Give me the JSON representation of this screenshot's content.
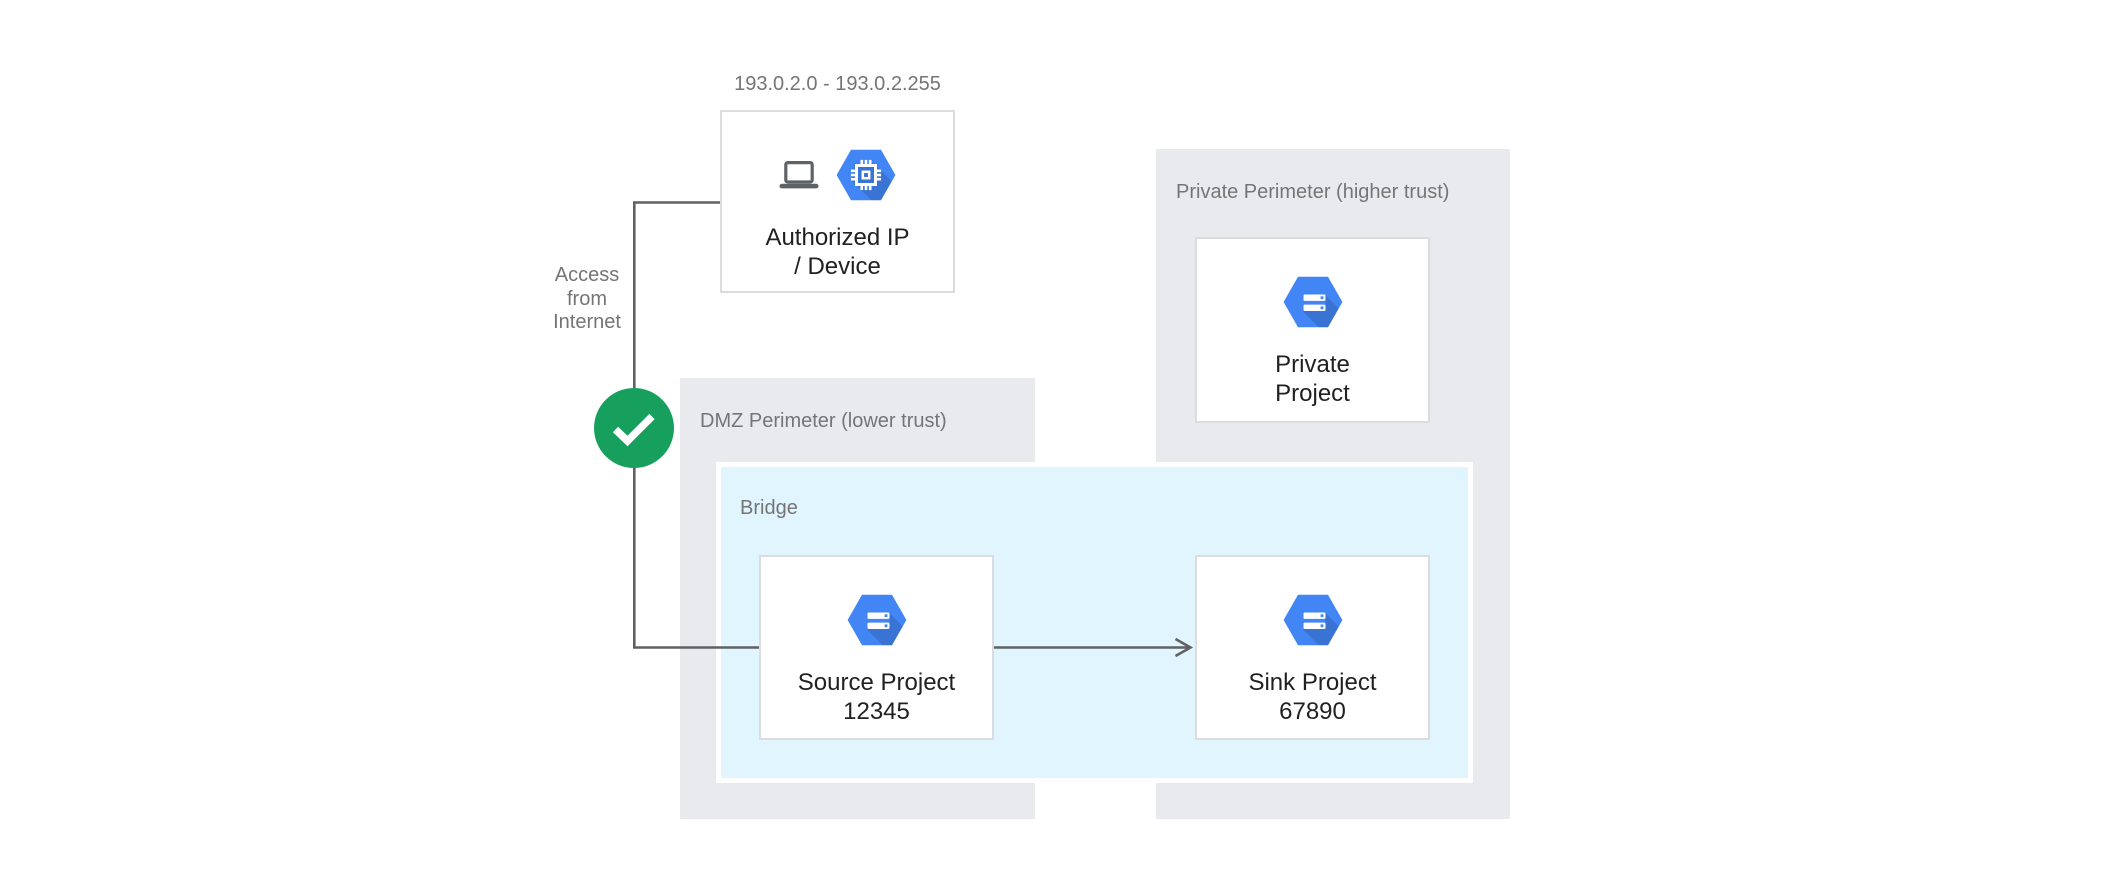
{
  "colors": {
    "accent_blue": "#4285f4",
    "success_green": "#17a05d",
    "perimeter_gray": "#e8eaed",
    "bridge_blue": "#e1f5fe",
    "node_border": "#dadce0",
    "line_gray": "#616161",
    "text_dark": "#212121",
    "text_gray": "#757575",
    "device_gray": "#5f6368"
  },
  "labels": {
    "ip_range": "193.0.2.0 - 193.0.2.255",
    "access": "Access\nfrom\nInternet"
  },
  "perimeters": {
    "dmz": {
      "label": "DMZ Perimeter (lower trust)"
    },
    "private": {
      "label": "Private Perimeter (higher trust)"
    },
    "bridge": {
      "label": "Bridge"
    }
  },
  "nodes": {
    "authorized": {
      "label": "Authorized IP\n/ Device",
      "icons": [
        "laptop-icon",
        "compute-engine-icon"
      ]
    },
    "source": {
      "label": "Source Project\n12345",
      "icon": "cloud-project-icon"
    },
    "sink": {
      "label": "Sink Project\n67890",
      "icon": "cloud-project-icon"
    },
    "private_project": {
      "label": "Private\nProject",
      "icon": "cloud-project-icon"
    }
  },
  "status": {
    "access_check_icon": "check-icon"
  }
}
